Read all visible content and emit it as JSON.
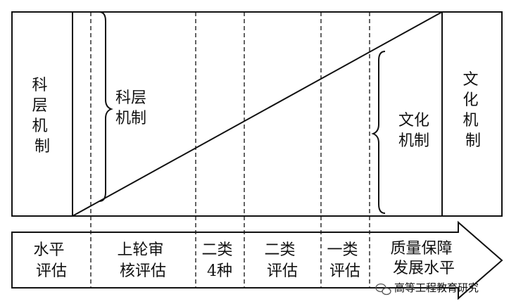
{
  "top_box": {
    "left_label": [
      "科",
      "层",
      "机",
      "制"
    ],
    "right_label": [
      "文",
      "化",
      "机",
      "制"
    ],
    "bracket_left_label": [
      "科层",
      "机制"
    ],
    "bracket_right_label": [
      "文化",
      "机制"
    ]
  },
  "stages": [
    {
      "lines": [
        "水平",
        "评估"
      ]
    },
    {
      "lines": [
        "上轮审",
        "核评估"
      ]
    },
    {
      "lines": [
        "二类",
        "4种"
      ]
    },
    {
      "lines": [
        "二类",
        "评估"
      ]
    },
    {
      "lines": [
        "一类",
        "评估"
      ]
    },
    {
      "lines": [
        "质量保障",
        "发展水平"
      ]
    }
  ],
  "watermark": "高等工程教育研究"
}
